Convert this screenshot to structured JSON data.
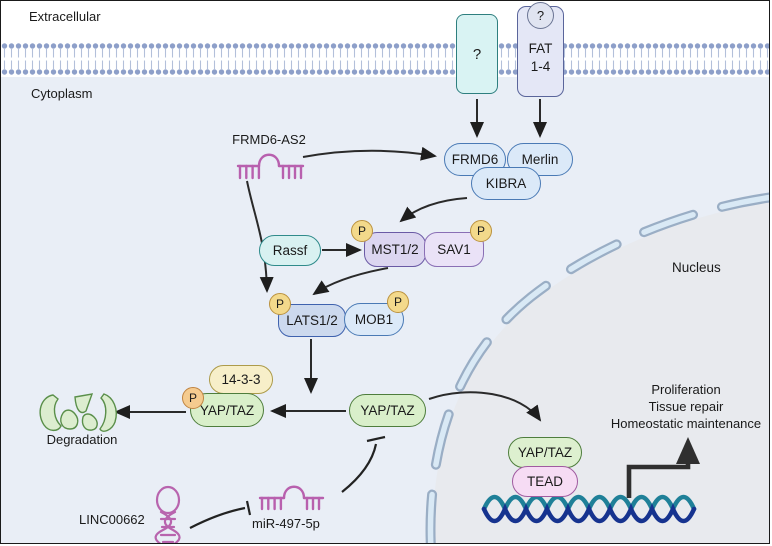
{
  "regions": {
    "extracellular": "Extracellular",
    "cytoplasm": "Cytoplasm",
    "nucleus": "Nucleus"
  },
  "receptors": {
    "unknown_label": "?",
    "fat_line1": "FAT",
    "fat_line2": "1-4",
    "fat_query": "?"
  },
  "molecules": {
    "frmd6_as2": "FRMD6-AS2",
    "frmd6": "FRMD6",
    "merlin": "Merlin",
    "kibra": "KIBRA",
    "rassf": "Rassf",
    "mst12": "MST1/2",
    "sav1": "SAV1",
    "lats12": "LATS1/2",
    "mob1": "MOB1",
    "p1433": "14-3-3",
    "yap_taz_phospho": "YAP/TAZ",
    "yap_taz": "YAP/TAZ",
    "yap_taz_nuclear": "YAP/TAZ",
    "tead": "TEAD",
    "linc00662": "LINC00662",
    "mir_497_5p": "miR-497-5p"
  },
  "badges": {
    "phospho": "P"
  },
  "labels": {
    "degradation": "Degradation"
  },
  "outcomes": {
    "line1": "Proliferation",
    "line2": "Tissue repair",
    "line3": "Homeostatic maintenance"
  },
  "colors": {
    "cytoplasm_bg": "#e9eef6",
    "nucleus_fill": "#e8eaee",
    "membrane_dot": "#8d9fc9",
    "rna_pink": "#b860ae",
    "dna_navy": "#16338f",
    "dna_teal": "#1f8098",
    "pill_blue": "#dbe9f8",
    "pill_green": "#d9efca",
    "pill_lavender": "#dcd6f0",
    "pill_cyan": "#d8f1f1",
    "pill_yellow": "#f7efc9",
    "pill_pink": "#f6dcf4",
    "phospho_badge": "#f3d98b",
    "arrow": "#2a2a2a"
  }
}
